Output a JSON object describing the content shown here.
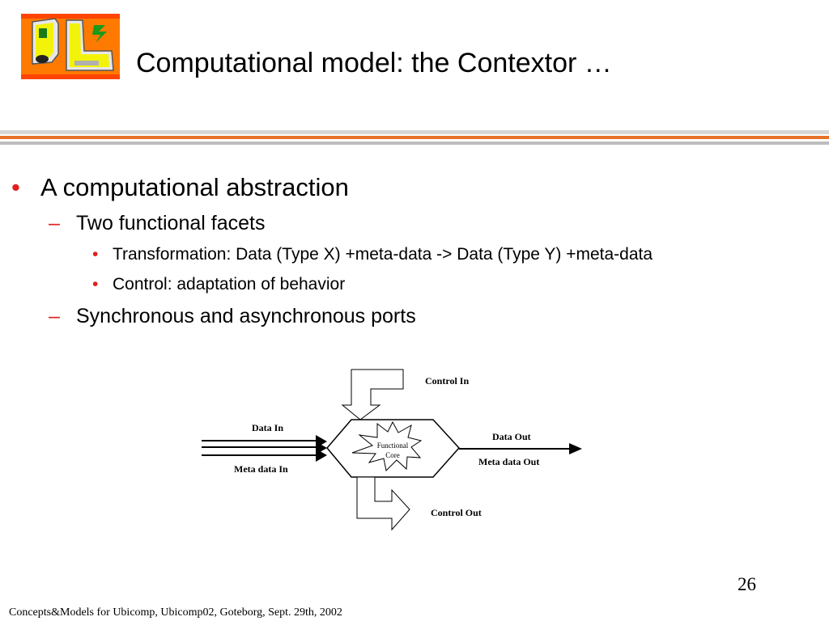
{
  "title": "Computational model: the Contextor …",
  "bullets": {
    "marker_level1": "•",
    "marker_level2": "–",
    "marker_level3": "•",
    "b1": "A computational abstraction",
    "b1_1": "Two functional facets",
    "b1_1_1": "Transformation: Data (Type X) +meta-data -> Data (Type Y) +meta-data",
    "b1_1_2": "Control: adaptation of behavior",
    "b1_2": "Synchronous and asynchronous ports"
  },
  "diagram": {
    "control_in": "Control In",
    "data_in": "Data In",
    "meta_data_in": "Meta data In",
    "functional_core_line1": "Functional",
    "functional_core_line2": "Core",
    "data_out": "Data Out",
    "meta_data_out": "Meta data Out",
    "control_out": "Control Out"
  },
  "page_number": "26",
  "footer": "Concepts&Models for Ubicomp, Ubicomp02, Goteborg, Sept. 29th, 2002",
  "colors": {
    "accent_orange": "#e8702a",
    "bullet_red": "#e02020",
    "logo_background": "#ff7a00",
    "logo_yellow": "#f3f30a"
  },
  "icons": {
    "logo": "iihm-logo"
  }
}
